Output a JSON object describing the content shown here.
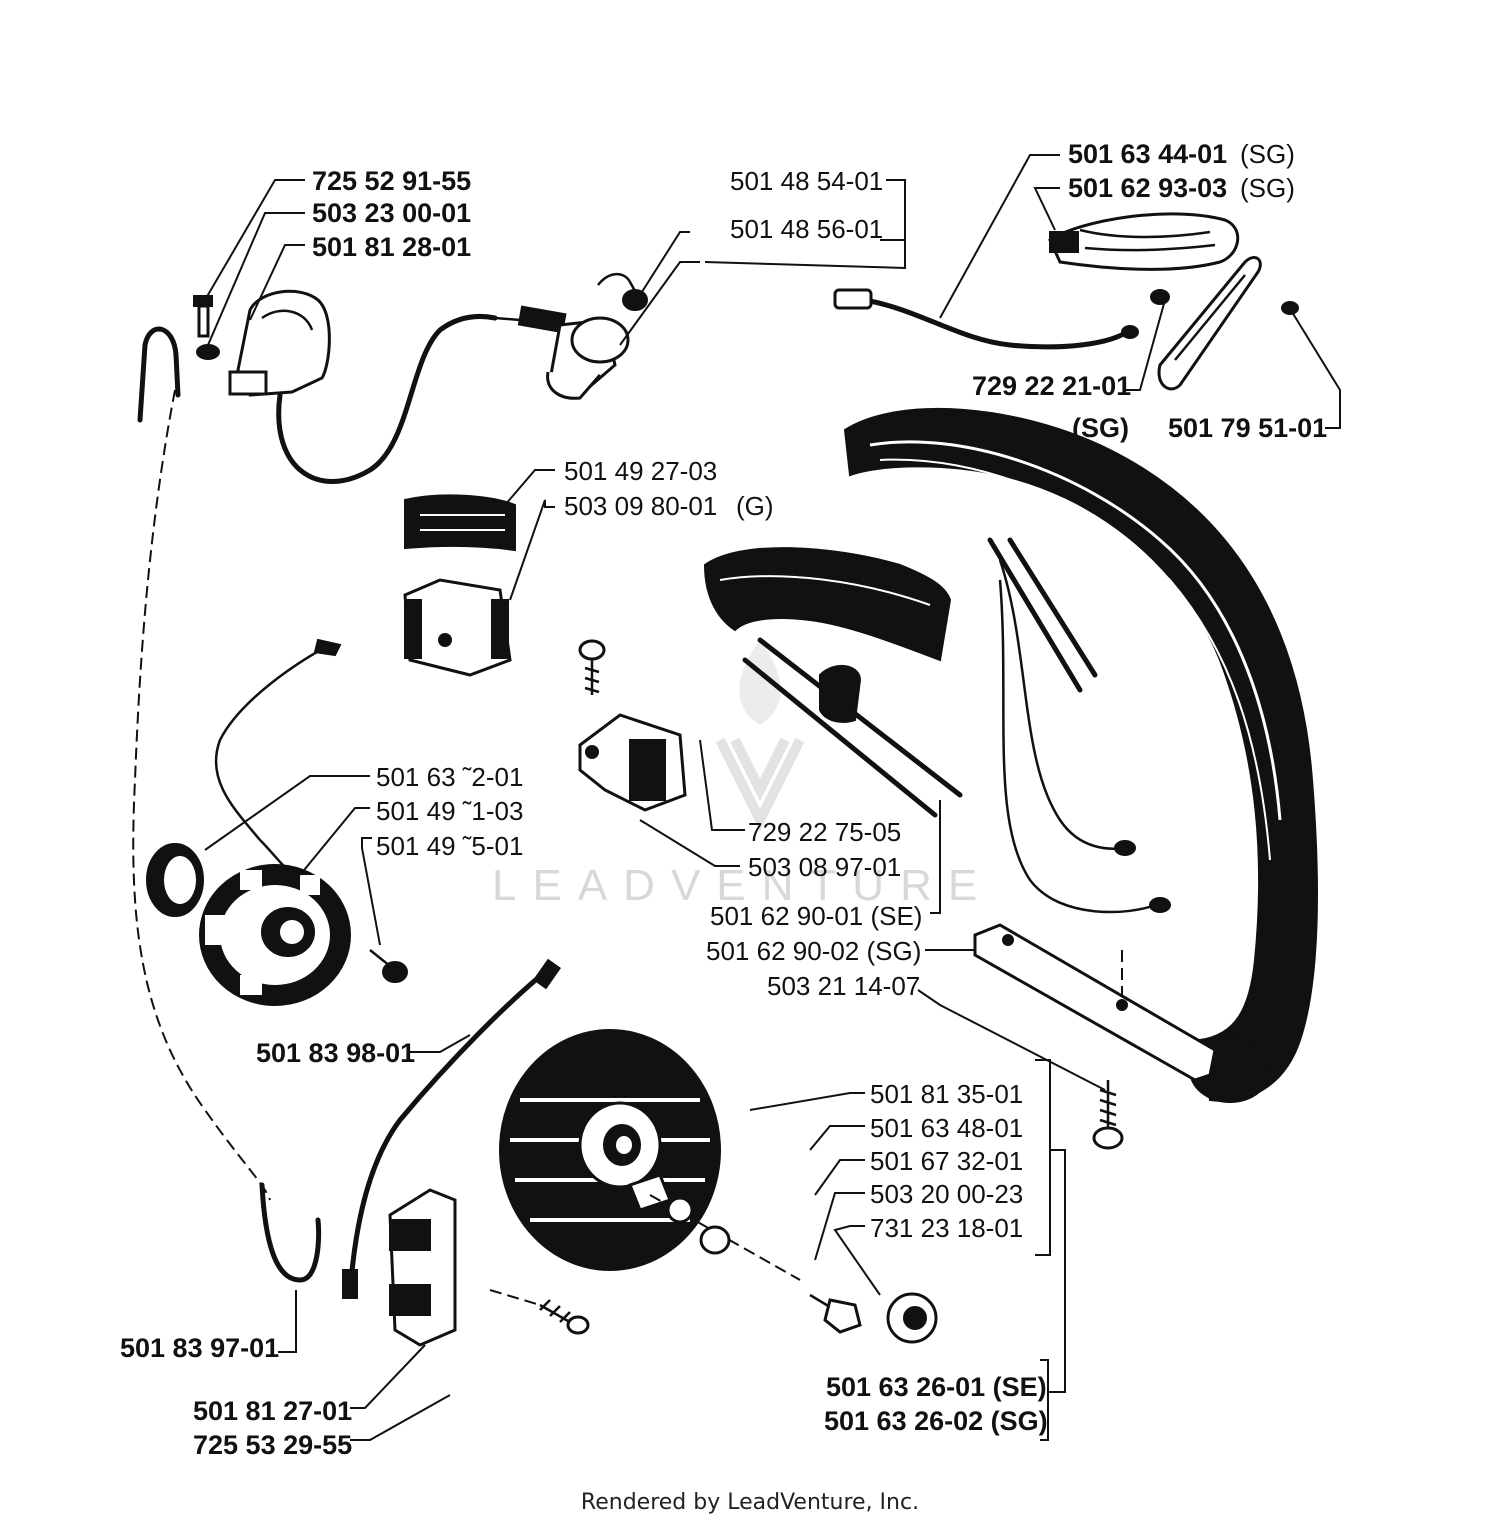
{
  "parts": {
    "p7255291": "725 52 91-55",
    "p5032300": "503 23 00-01",
    "p5018128": "501 81 28-01",
    "p5014854": "501 48 54-01",
    "p5014856": "501 48 56-01",
    "p5016344": "501 63 44-01",
    "p5016344_tag": "(SG)",
    "p5016293": "501 62 93-03",
    "p5016293_tag": "(SG)",
    "p7292221": "729 22 21-01",
    "p7292221_tag": "(SG)",
    "p5017951": "501 79 51-01",
    "p5014927": "501 49 27-03",
    "p5030980": "503 09 80-01",
    "p5030980_tag": "(G)",
    "p50163x2": "501 63 ˜2-01",
    "p50149x1": "501 49 ˜1-03",
    "p50149x5": "501 49 ˜5-01",
    "p7292275": "729 22 75-05",
    "p5030897": "503 08 97-01",
    "p5016290_1": "501 62 90-01 (SE)",
    "p5016290_2": "501 62 90-02 (SG)",
    "p5032114": "503 21 14-07",
    "p5018398": "501 83 98-01",
    "p5018135": "501 81 35-01",
    "p5016348": "501 63 48-01",
    "p5016732": "501 67 32-01",
    "p5032000": "503 20 00-23",
    "p7312318": "731 23 18-01",
    "p5018397": "501 83 97-01",
    "p5016326_1": "501 63 26-01 (SE)",
    "p5016326_2": "501 63 26-02 (SG)",
    "p5018127": "501 81 27-01",
    "p7255329": "725 53 29-55"
  },
  "watermark": "LEADVENTURE",
  "footer": "Rendered by LeadVenture, Inc."
}
